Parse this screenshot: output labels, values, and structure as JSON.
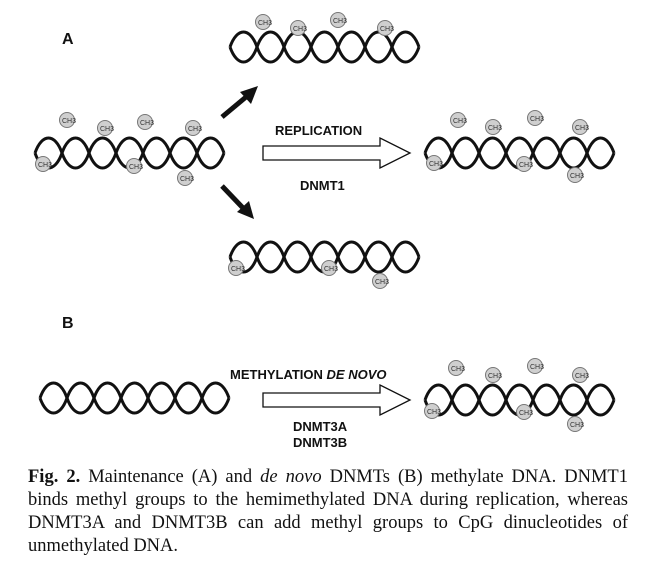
{
  "figure": {
    "panel_a_label": "A",
    "panel_b_label": "B",
    "replication_label": "REPLICATION",
    "dnmt1_label": "DNMT1",
    "methylation_label": "METHYLATION",
    "de_novo_label": "DE NOVO",
    "dnmt3a_label": "DNMT3A",
    "dnmt3b_label": "DNMT3B",
    "methyl_group_label": "CH3"
  },
  "caption": {
    "fig_label": "Fig. 2.",
    "part1": " Maintenance (A) and ",
    "de_novo": "de novo",
    "part2": " DNMTs (B) methylate DNA. DNMT1 binds methyl groups to the hemimethylated DNA during replication, whereas DNMT3A and DNMT3B can add methyl groups to CpG dinucleotides of unmethylated DNA."
  },
  "colors": {
    "strand": "#111111",
    "methyl_fill": "#cfcfcf",
    "methyl_stroke": "#777777",
    "arrow": "#111111"
  }
}
